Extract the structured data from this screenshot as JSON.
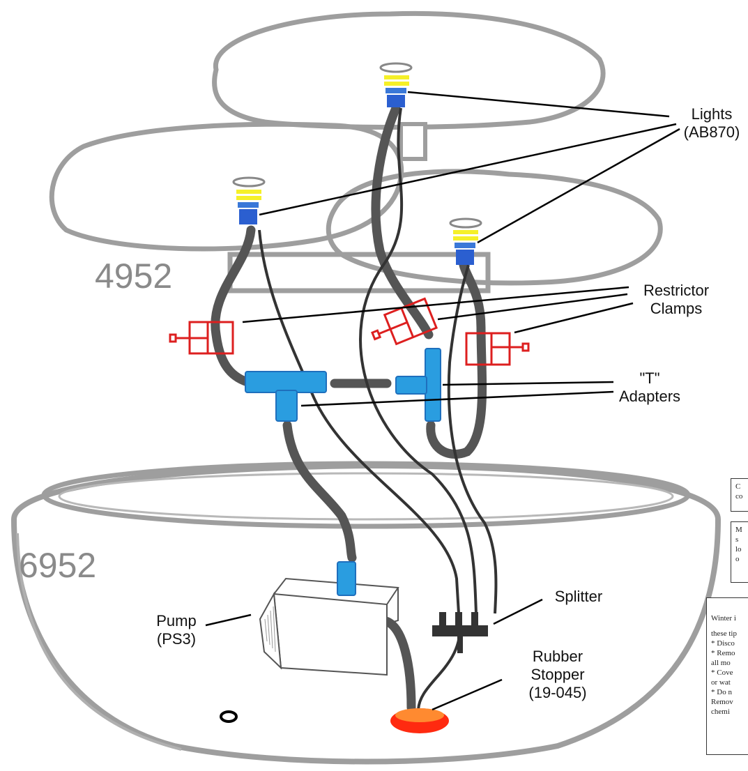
{
  "numbers": {
    "upper_tier": "4952",
    "basin": "6952"
  },
  "labels": {
    "lights": [
      "Lights",
      "(AB870)"
    ],
    "restrictor": [
      "Restrictor",
      "Clamps"
    ],
    "t_adapters": [
      "\"T\"",
      "Adapters"
    ],
    "pump": [
      "Pump",
      "(PS3)"
    ],
    "splitter": "Splitter",
    "stopper": [
      "Rubber",
      "Stopper",
      "(19-045)"
    ]
  },
  "side_notes": {
    "box1": [
      "C",
      "co"
    ],
    "box2": [
      "M",
      "s",
      "lo",
      "o"
    ],
    "box3": [
      "Winter i",
      "these tip",
      "  * Disco",
      "  * Remo",
      " all mo",
      "  * Cove",
      " or wat",
      "  * Do n",
      " Remov",
      " chemi"
    ]
  },
  "colors": {
    "outline": "#9e9e9e",
    "tube": "#555555",
    "adapter": "#2a9de0",
    "clamp": "#dd1f1f",
    "stopper": "#ff5a1a"
  }
}
